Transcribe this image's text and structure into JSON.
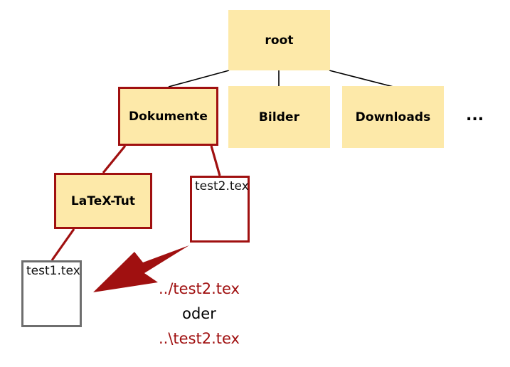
{
  "diagram": {
    "title": "Directory tree with relative path reference",
    "colors": {
      "folder_fill": "#fde9a9",
      "highlight_border": "#a01010",
      "neutral_border": "#6e6e6e",
      "tree_line": "#000000",
      "path_line": "#a01010",
      "arrow": "#a01010",
      "text": "#000000"
    }
  },
  "nodes": {
    "root": {
      "label": "root",
      "type": "folder",
      "highlighted": false
    },
    "dokumente": {
      "label": "Dokumente",
      "type": "folder",
      "highlighted": true
    },
    "bilder": {
      "label": "Bilder",
      "type": "folder",
      "highlighted": false
    },
    "downloads": {
      "label": "Downloads",
      "type": "folder",
      "highlighted": false
    },
    "ellipsis": {
      "label": "..."
    },
    "latextut": {
      "label": "LaTeX-Tut",
      "type": "folder",
      "highlighted": true
    },
    "test2": {
      "label": "test2.tex",
      "type": "file",
      "highlighted": true
    },
    "test1": {
      "label": "test1.tex",
      "type": "file",
      "highlighted": false
    }
  },
  "caption": {
    "line1": "../test2.tex",
    "line2": "oder",
    "line3": "..\\test2.tex"
  },
  "icons": {
    "arrow": "arrow-left-pointer-icon"
  }
}
